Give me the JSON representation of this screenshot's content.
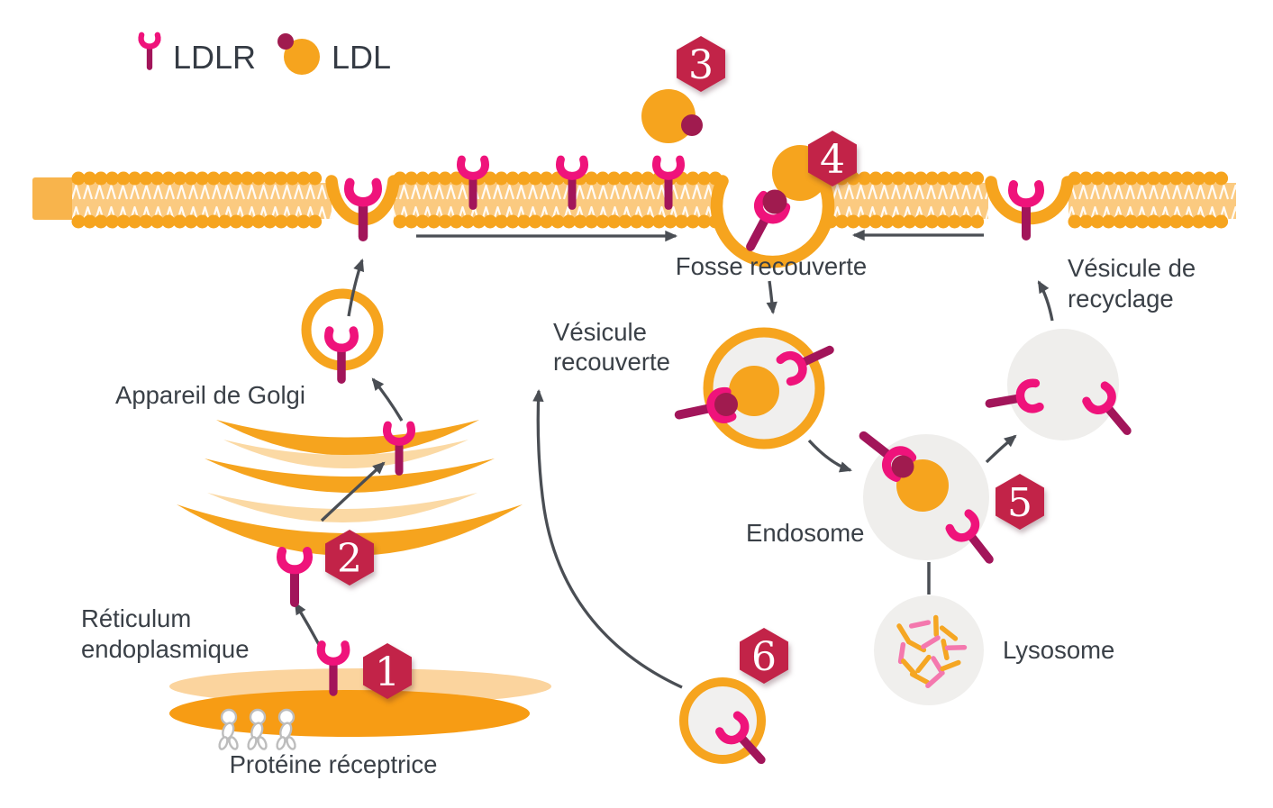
{
  "legend": {
    "items": [
      {
        "icon": "ldlr-receptor-icon",
        "label": "LDLR"
      },
      {
        "icon": "ldl-particle-icon",
        "label": "LDL"
      }
    ]
  },
  "badges": [
    "1",
    "2",
    "3",
    "4",
    "5",
    "6"
  ],
  "labels": {
    "fosse_recouverte": "Fosse recouverte",
    "vesicule_recyclage_line1": "Vésicule de",
    "vesicule_recyclage_line2": "recyclage",
    "vesicule_recouverte_line1": "Vésicule",
    "vesicule_recouverte_line2": "recouverte",
    "appareil_golgi": "Appareil de Golgi",
    "reticulum_line1": "Réticulum",
    "reticulum_line2": "endoplasmique",
    "endosome": "Endosome",
    "lysosome": "Lysosome",
    "proteine_receptrice": "Protéine réceptrice"
  },
  "colors": {
    "membrane_orange": "#F6A41E",
    "membrane_inner": "#FBCA80",
    "membrane_cap": "#F8B44C",
    "golgi_light": "#FBD9A4",
    "receptor_cup_pink": "#EF137B",
    "receptor_stalk_magenta": "#A2155A",
    "ldl_orange": "#F6A41E",
    "ldl_dot_crimson": "#A01B4F",
    "badge_crimson": "#C22348",
    "vesicle_gray": "#F0EFEE",
    "lysosome_fragment_pink": "#F478AE",
    "text_dark": "#3A4047",
    "arrow_gray": "#4A4E54"
  }
}
